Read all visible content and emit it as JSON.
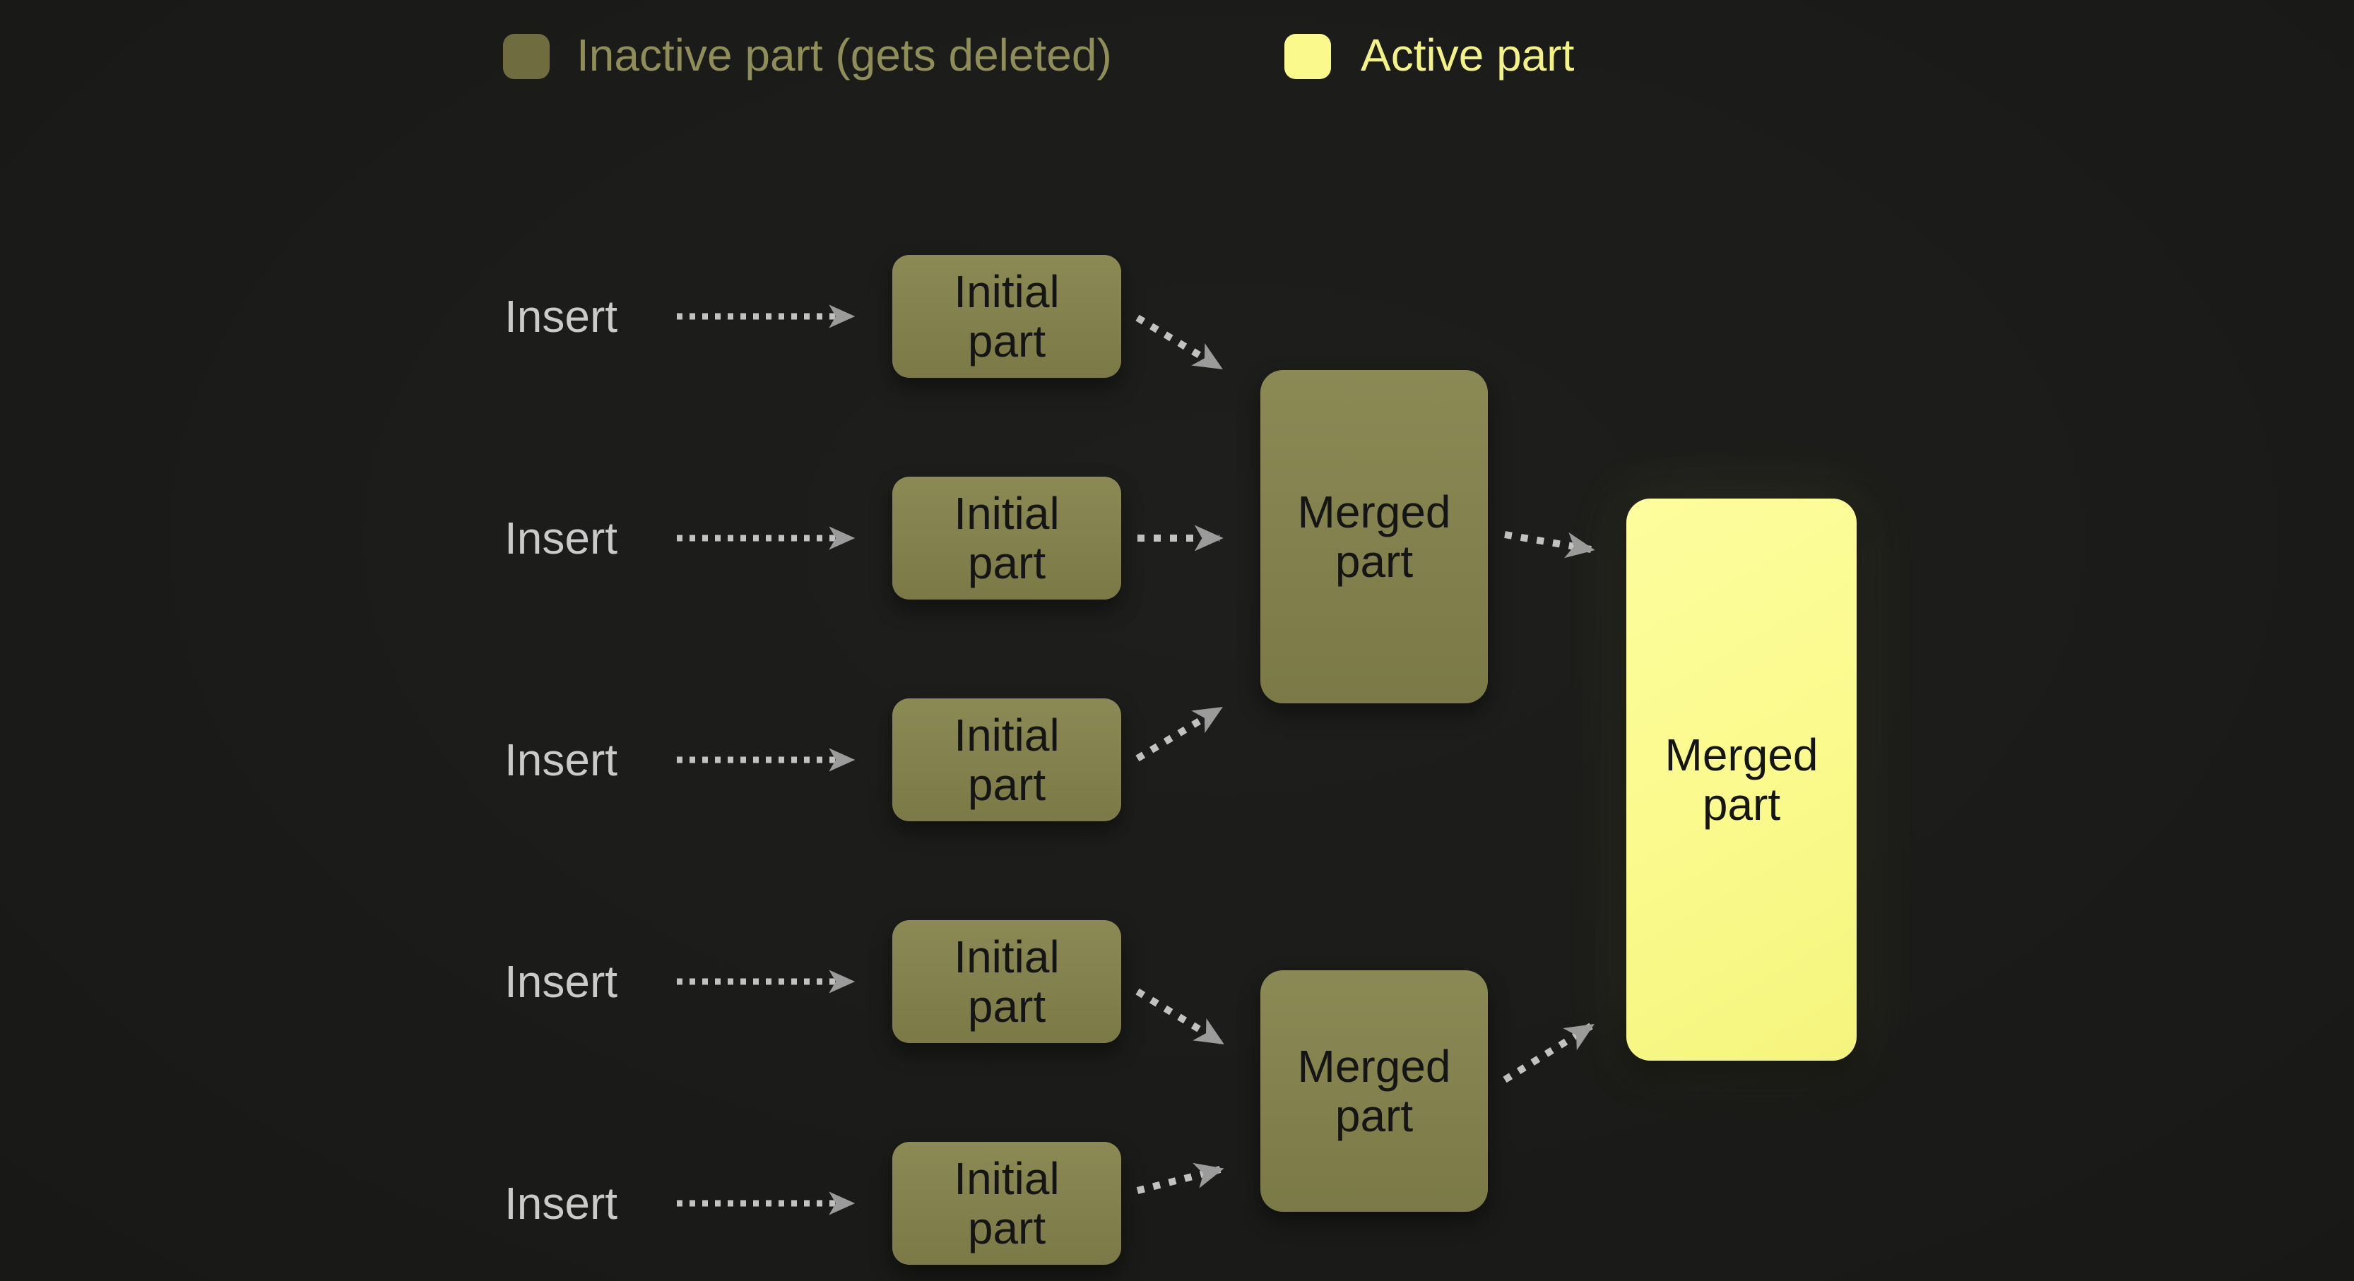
{
  "colors": {
    "background": "#1c1c1a",
    "inactive_fill": "#8b8954",
    "inactive_fill_dark": "#7b7a47",
    "inactive_legend_swatch": "#6f6d40",
    "inactive_text": "#8f8d58",
    "active_fill": "#fafa8c",
    "active_text": "#f2f287",
    "node_text": "#151515",
    "insert_text": "#cacaca",
    "arrow_dot": "#c2c2c2",
    "arrow_head": "#9b9b9b"
  },
  "legend": {
    "inactive_label": "Inactive part (gets deleted)",
    "active_label": "Active part"
  },
  "rows": [
    {
      "insert_label": "Insert",
      "box_label": "Initial part"
    },
    {
      "insert_label": "Insert",
      "box_label": "Initial part"
    },
    {
      "insert_label": "Insert",
      "box_label": "Initial part"
    },
    {
      "insert_label": "Insert",
      "box_label": "Initial part"
    },
    {
      "insert_label": "Insert",
      "box_label": "Initial part"
    }
  ],
  "merged": {
    "top_label": "Merged part",
    "bottom_label": "Merged part",
    "final_label": "Merged part"
  }
}
